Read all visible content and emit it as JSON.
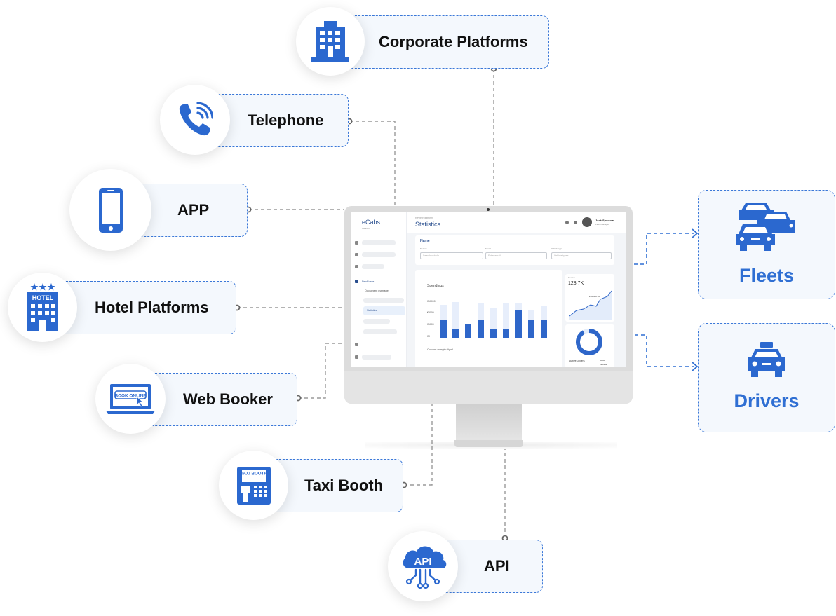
{
  "sources": {
    "corporate": "Corporate Platforms",
    "telephone": "Telephone",
    "app": "APP",
    "hotel": "Hotel Platforms",
    "web_booker": "Web Booker",
    "taxi_booth": "Taxi Booth",
    "api": "API"
  },
  "icon_text": {
    "hotel_sign": "HOTEL",
    "book_online": "BOOK ONLINE",
    "taxi_booth_sign": "TAXI BOOTH",
    "api_cloud": "API"
  },
  "targets": {
    "fleets": "Fleets",
    "drivers": "Drivers"
  },
  "screen": {
    "logo": "eCabs",
    "logo_sub": "Cabhon",
    "breadcrumb": "Review platform",
    "page_title": "Statistics",
    "user_name": "Jack Sparrow",
    "user_role": "Fleet manager",
    "sidebar_drivforce": "DrivForce",
    "sidebar_docs": "Document manager",
    "sidebar_stats": "Statistics",
    "filter_title": "Name",
    "filter_labels": [
      "Search",
      "Email",
      "Vehicle type"
    ],
    "filter_placeholders": [
      "Search vehicle",
      "Enter email",
      "Vehicle types"
    ],
    "chart_title": "Spendings",
    "chart_ticks": [
      "€10000",
      "€5000",
      "€1000",
      "€0"
    ],
    "chart_footer": "Current margin: April",
    "kpi_caption": "Revenue",
    "kpi_value": "128,7K",
    "kpi_mid": "230,540.78",
    "donut_label": "Active Drivers",
    "donut_legend": [
      "Active",
      "Inactive"
    ]
  },
  "colors": {
    "accent": "#2f6fd3",
    "pill_bg": "#f4f8fd",
    "icon_blue": "#2b68cf"
  }
}
